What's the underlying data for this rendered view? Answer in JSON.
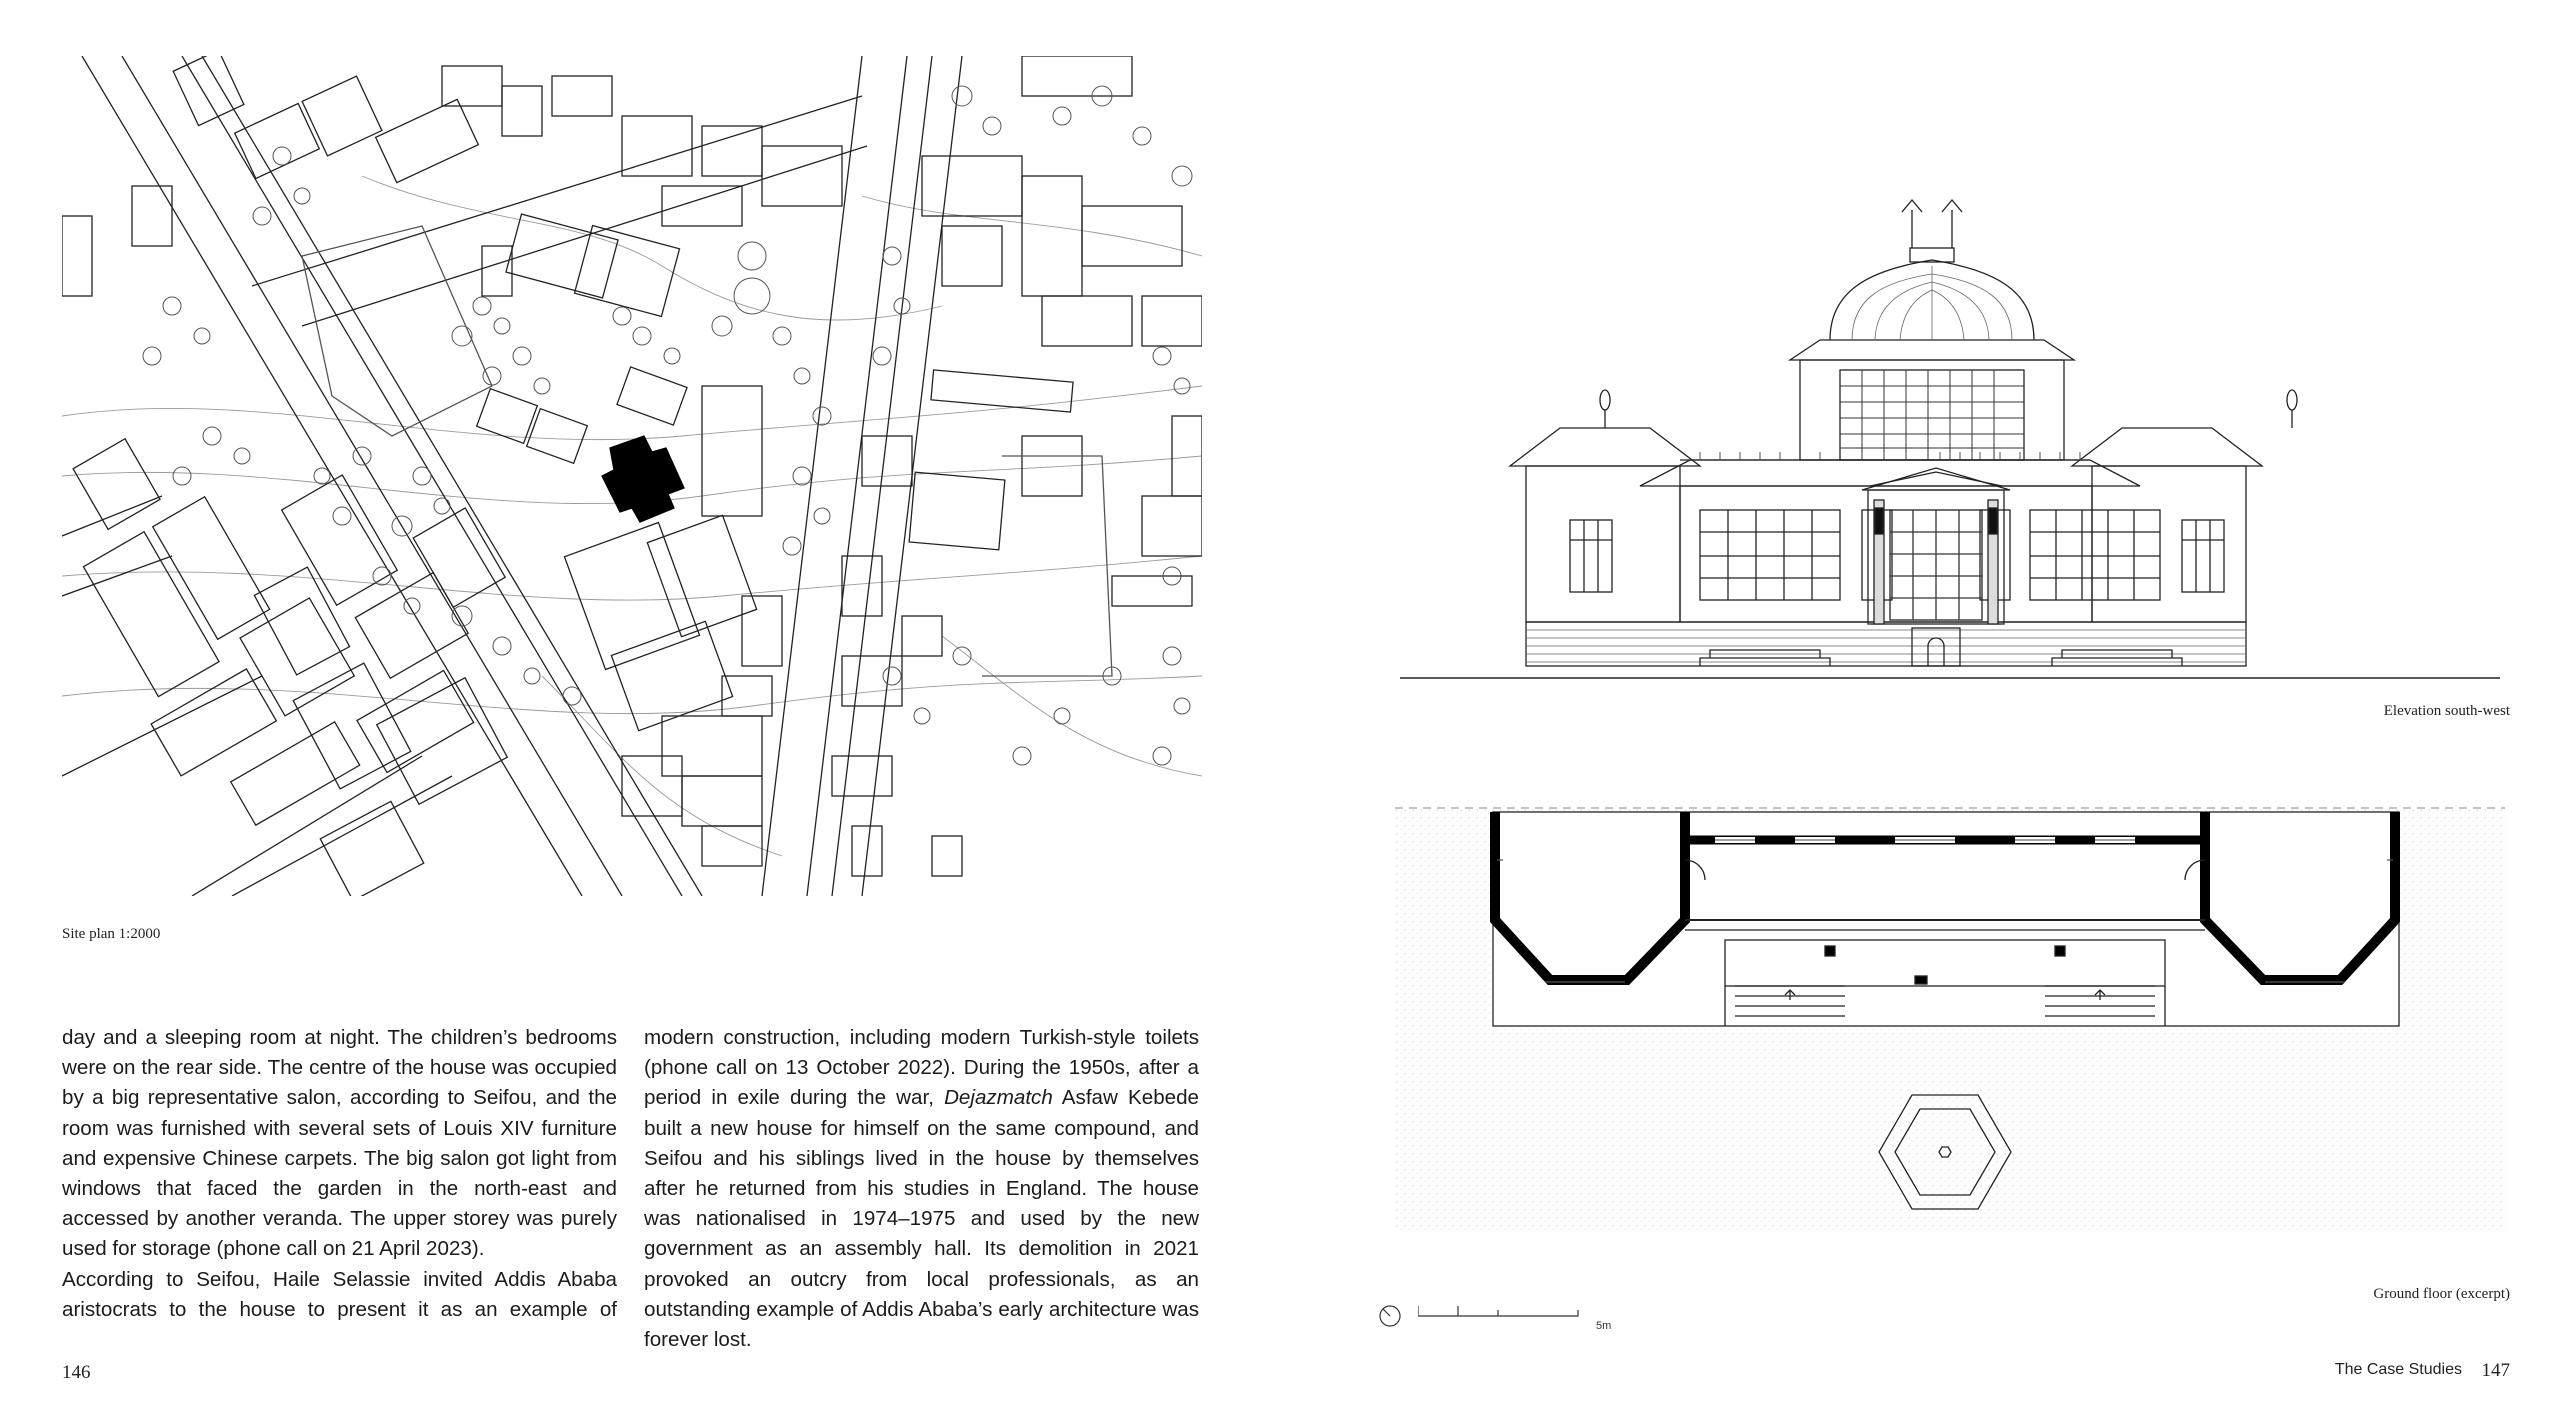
{
  "left_page": {
    "site_plan_caption": "Site plan 1:2000",
    "col1": [
      "day and a sleeping room at night. The children’s bedrooms were on the rear side. The centre of the house was occupied by a big representative salon, according to Seifou, and the room was furnished with several sets of Louis XIV furniture and expensive Chinese carpets. The big salon got light from windows that faced the garden in the north-east and accessed by another veranda. The upper storey was purely used for storage (phone call on 21 April 2023).",
      "According to Seifou, Haile Selassie invited Addis Ababa aristocrats to the house to present it as an example of"
    ],
    "col2_before_italic": "modern construction, including modern Turkish-style toilets (phone call on 13 October 2022). During the 1950s, after a period in exile during the war, ",
    "col2_italic": "Dejazmatch",
    "col2_after_italic": " Asfaw Kebede built a new house for himself on the same compound, and Seifou and his siblings lived in the house by themselves after he returned from his studies in England. The house was nationalised in 1974–1975 and used by the new government as an assembly hall. Its demolition in 2021 provoked an outcry from local professionals, as an outstanding example of Addis Ababa’s early architecture was forever lost.",
    "page_number": "146"
  },
  "right_page": {
    "elevation_caption": "Elevation south-west",
    "floor_caption": "Ground floor (excerpt)",
    "scale_label": "5m",
    "running_head": "The Case Studies",
    "page_number": "147"
  }
}
